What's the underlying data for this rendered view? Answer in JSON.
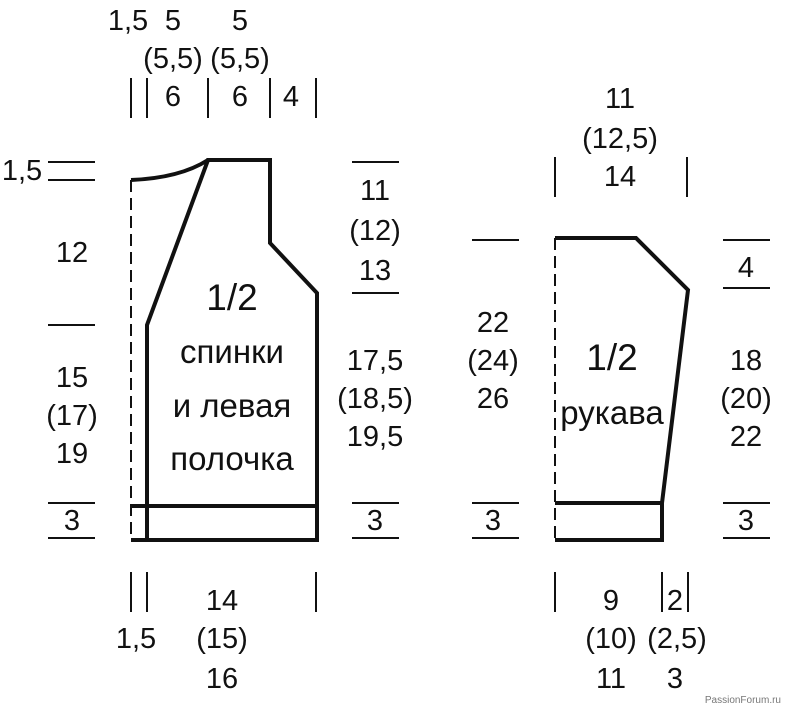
{
  "back": {
    "title_line1": "1/2",
    "title_line2": "спинки",
    "title_line3": "и левая",
    "title_line4": "полочка",
    "top": {
      "col1": "1,5",
      "col2_a": "5",
      "col2_b": "(5,5)",
      "col2_c": "6",
      "col3_a": "5",
      "col3_b": "(5,5)",
      "col3_c": "6",
      "col4": "4"
    },
    "left": {
      "neck_drop": "1,5",
      "armhole": "12",
      "side_a": "15",
      "side_b": "(17)",
      "side_c": "19",
      "rib": "3"
    },
    "right": {
      "shoulder_a": "11",
      "shoulder_b": "(12)",
      "shoulder_c": "13",
      "side_a": "17,5",
      "side_b": "(18,5)",
      "side_c": "19,5",
      "rib": "3"
    },
    "bottom": {
      "edge": "1,5",
      "width_a": "14",
      "width_b": "(15)",
      "width_c": "16"
    }
  },
  "sleeve": {
    "title_line1": "1/2",
    "title_line2": "рукава",
    "top": {
      "width_a": "11",
      "width_b": "(12,5)",
      "width_c": "14"
    },
    "left": {
      "length_a": "22",
      "length_b": "(24)",
      "length_c": "26",
      "rib": "3"
    },
    "right": {
      "cap": "4",
      "length_a": "18",
      "length_b": "(20)",
      "length_c": "22",
      "rib": "3"
    },
    "bottom": {
      "width_a": "9",
      "width_b": "(10)",
      "width_c": "11",
      "inc_a": "2",
      "inc_b": "(2,5)",
      "inc_c": "3"
    }
  },
  "watermark": "PassionForum.ru"
}
